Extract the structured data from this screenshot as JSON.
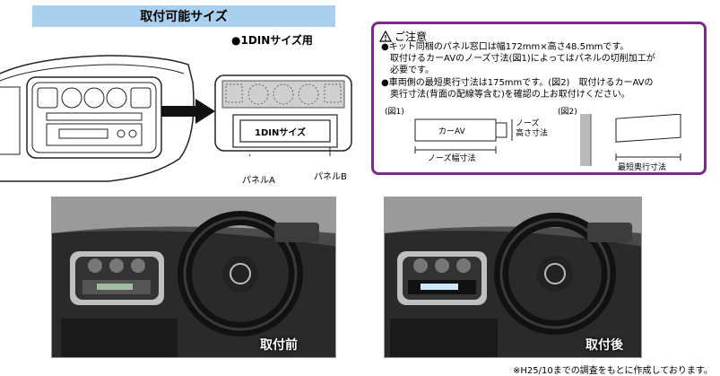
{
  "header": {
    "title": "取付可能サイズ",
    "din_label": "●1DINサイズ用"
  },
  "illustration": {
    "din_box_label": "1DINサイズ",
    "panel_a": "パネルA",
    "panel_b": "パネルB"
  },
  "notice": {
    "title": "ご注意",
    "lines": [
      "●キット同梱のパネル窓口は幅172mm×高さ48.5mmです。",
      "取付けるカーAVのノーズ寸法(図1)によってはパネルの切削加工が",
      "必要です。",
      "●車両側の最短奥行寸法は175mmです。(図2)　取付けるカーAVの",
      "奥行寸法(背面の配線等含む)を確認の上お取付けください。"
    ],
    "fig1": {
      "label": "(図1)",
      "box": "カーAV",
      "height": "ノーズ\n高さ寸法",
      "height_line1": "ノーズ",
      "height_line2": "高さ寸法",
      "width": "ノーズ幅寸法"
    },
    "fig2": {
      "label": "(図2)",
      "depth": "最短奥行寸法"
    }
  },
  "photos": {
    "before": "取付前",
    "after": "取付後"
  },
  "footnote": "※H25/10までの調査をもとに作成しております。",
  "colors": {
    "title_bg": "#a9d0ee",
    "notice_border": "#7a2c88"
  }
}
